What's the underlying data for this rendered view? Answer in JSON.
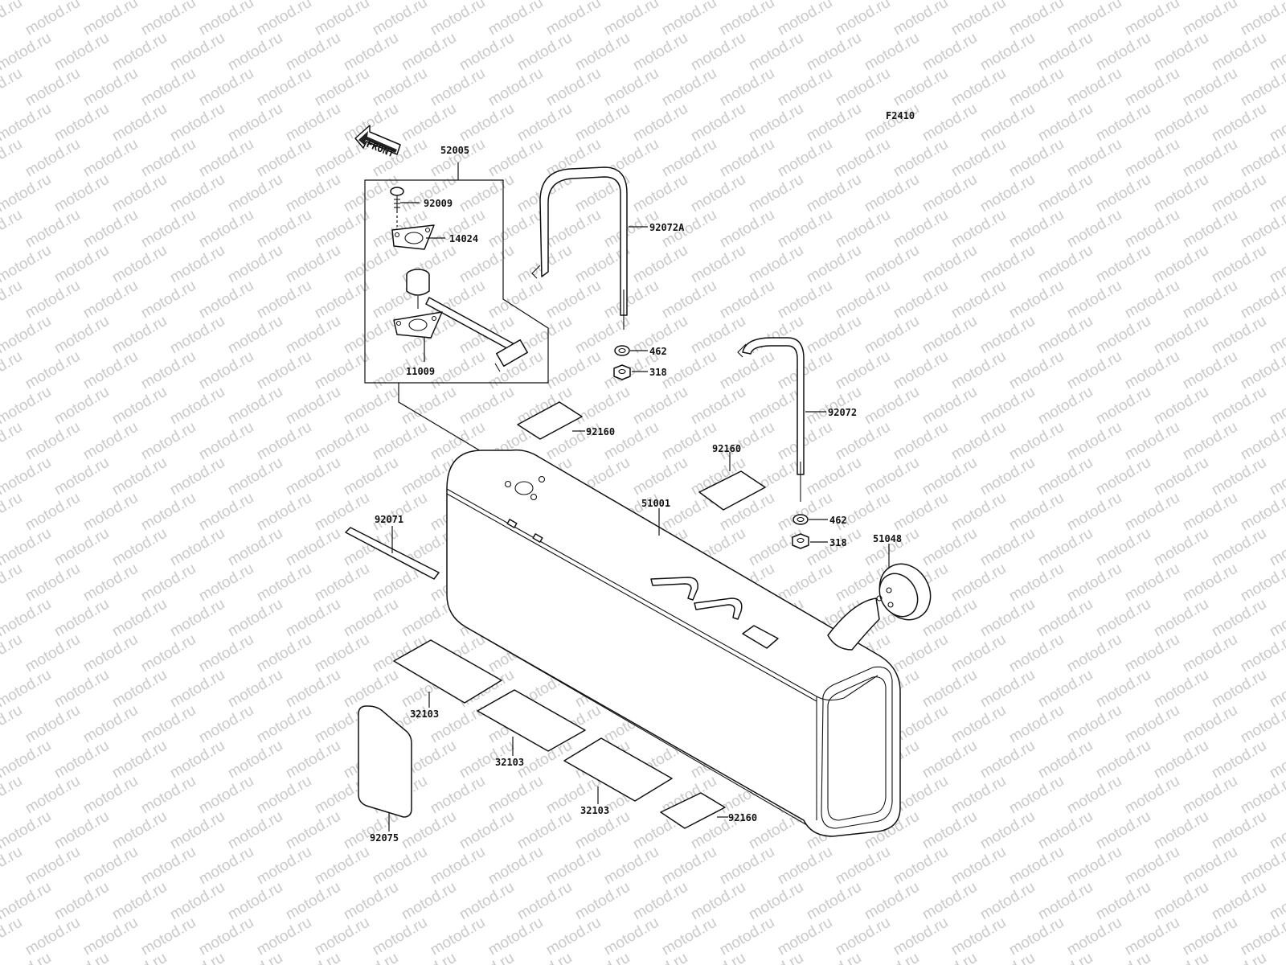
{
  "watermark": "motod.ru",
  "figure_code": "F2410",
  "front_label": "FRONT",
  "part_numbers": {
    "assembly_52005": "52005",
    "screw_92009": "92009",
    "gasket_14024": "14024",
    "gauge_11009": "11009",
    "band_92072A": "92072A",
    "washer_462_a": "462",
    "nut_318_a": "318",
    "pad_92160_a": "92160",
    "pad_92160_b": "92160",
    "band_92072": "92072",
    "washer_462_b": "462",
    "nut_318_b": "318",
    "tank_51001": "51001",
    "cap_51048": "51048",
    "strip_92071": "92071",
    "pad_32103_a": "32103",
    "pad_32103_b": "32103",
    "pad_32103_c": "32103",
    "pad_92075": "92075",
    "pad_92160_c": "92160"
  }
}
